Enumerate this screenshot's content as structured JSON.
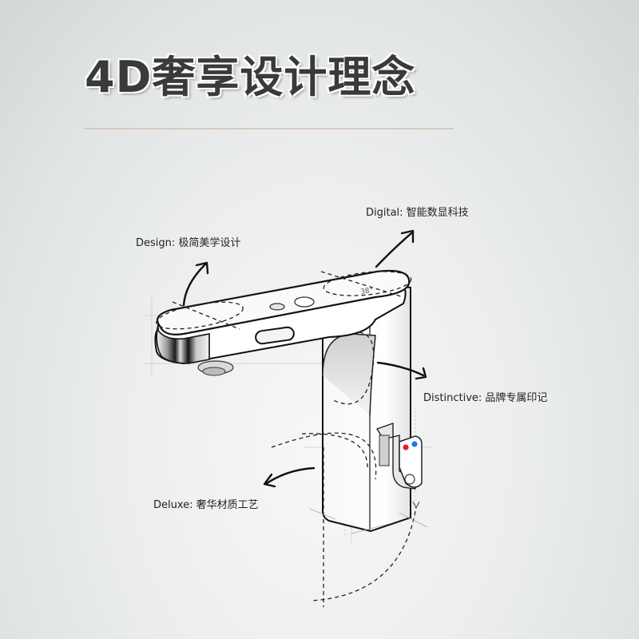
{
  "header": {
    "title": "4D奢享设计理念"
  },
  "colors": {
    "title_text": "#3a3a3a",
    "divider": "#d7c9bc",
    "background": "#eceeee",
    "hot_indicator": "#e3202a",
    "cold_indicator": "#1f7be0"
  },
  "annotations": [
    {
      "key": "design",
      "label": "Design: 极简美学设计"
    },
    {
      "key": "digital",
      "label": "Digital: 智能数显科技"
    },
    {
      "key": "distinctive",
      "label": "Distinctive: 品牌专属印记"
    },
    {
      "key": "deluxe",
      "label": "Deluxe: 奢华材质工艺"
    }
  ],
  "illustration": {
    "subject": "smart faucet technical sketch",
    "icons": [
      "arrow-design",
      "arrow-digital",
      "arrow-distinctive",
      "arrow-deluxe"
    ],
    "indicators": [
      "hot-dot",
      "cold-dot"
    ]
  }
}
